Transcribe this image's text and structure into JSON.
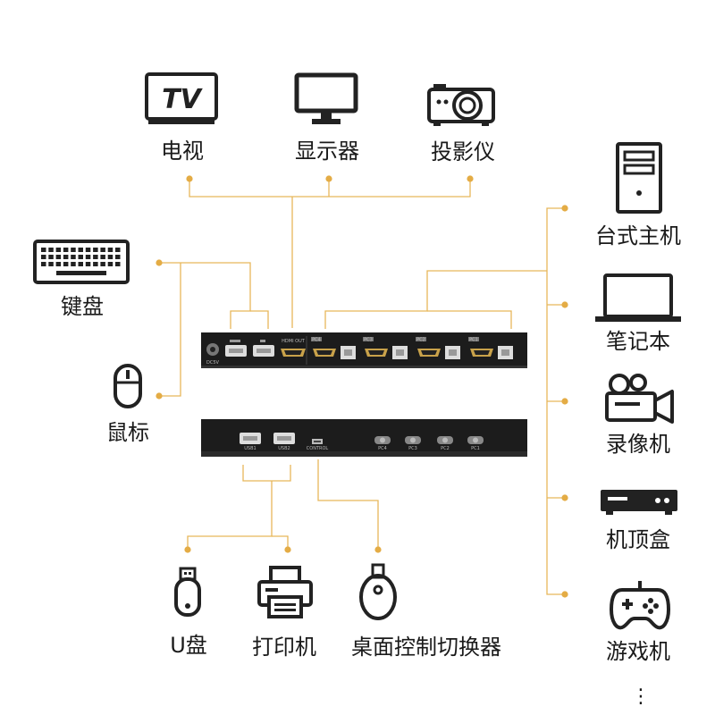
{
  "devices": {
    "tv": {
      "label": "电视",
      "icon_text": "TV"
    },
    "monitor": {
      "label": "显示器"
    },
    "projector": {
      "label": "投影仪"
    },
    "desktop": {
      "label": "台式主机"
    },
    "laptop": {
      "label": "笔记本"
    },
    "camcorder": {
      "label": "录像机"
    },
    "settop_box": {
      "label": "机顶盒"
    },
    "game_console": {
      "label": "游戏机"
    },
    "more": {
      "label": "⋮"
    },
    "keyboard": {
      "label": "键盘"
    },
    "mouse": {
      "label": "鼠标"
    },
    "usb_drive": {
      "label": "U盘"
    },
    "printer": {
      "label": "打印机"
    },
    "desk_switch": {
      "label": "桌面控制切换器"
    }
  },
  "switch_front": {
    "power": "DC5V",
    "ports": [
      "HDMI OUT",
      "PC4",
      "PC3",
      "PC2",
      "PC1"
    ]
  },
  "switch_back": {
    "ports": [
      "USB1",
      "USB2",
      "CONTROL",
      "PC4",
      "PC3",
      "PC2",
      "PC1"
    ]
  },
  "colors": {
    "wire": "#e7b75a",
    "dot": "#e4ac45",
    "device": "#222222",
    "panel": "#1c1c1c"
  }
}
